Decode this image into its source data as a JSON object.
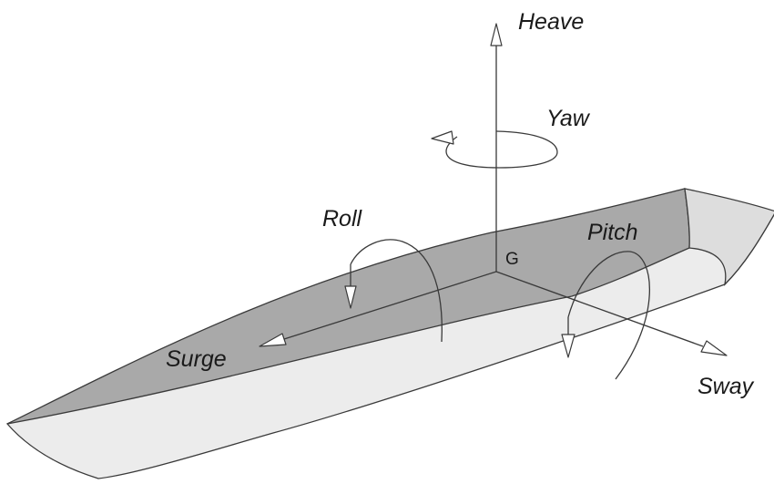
{
  "labels": {
    "heave": "Heave",
    "yaw": "Yaw",
    "roll": "Roll",
    "pitch": "Pitch",
    "g": "G",
    "surge": "Surge",
    "sway": "Sway"
  },
  "colors": {
    "deck": "#a9a9a9",
    "hull_side": "#ececec",
    "transom": "#dddddd",
    "outline": "#3a3a3a",
    "background": "#ffffff"
  }
}
